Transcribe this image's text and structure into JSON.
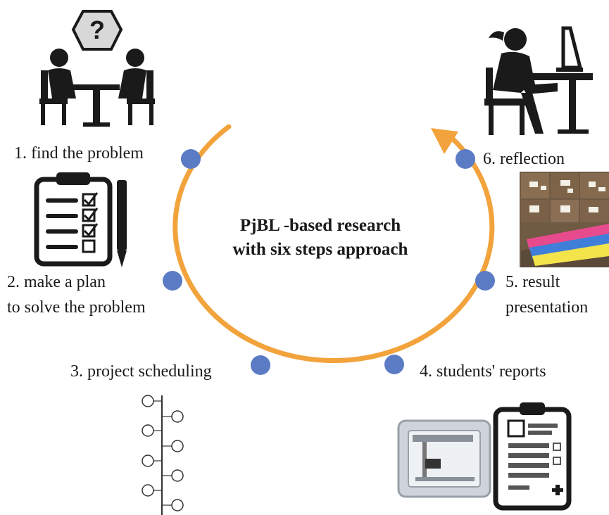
{
  "title": {
    "line1": "PjBL -based research",
    "line2": "with six steps approach"
  },
  "steps": [
    {
      "label_lines": [
        "1. find the problem"
      ],
      "icon": "question-meeting-icon"
    },
    {
      "label_lines": [
        "2. make a plan",
        "to solve the problem"
      ],
      "icon": "checklist-clipboard-icon"
    },
    {
      "label_lines": [
        "3. project scheduling"
      ],
      "icon": "timeline-icon"
    },
    {
      "label_lines": [
        "4. students' reports"
      ],
      "icon": "3d-printer-report-icon"
    },
    {
      "label_lines": [
        "5. result",
        "presentation"
      ],
      "icon": "presentation-photo-icon"
    },
    {
      "label_lines": [
        "6. reflection"
      ],
      "icon": "person-computer-icon"
    }
  ],
  "question_symbol": "?",
  "colors": {
    "ring": "#F2A33C",
    "node": "#5B7CC4",
    "icon": "#1a1a1a"
  }
}
